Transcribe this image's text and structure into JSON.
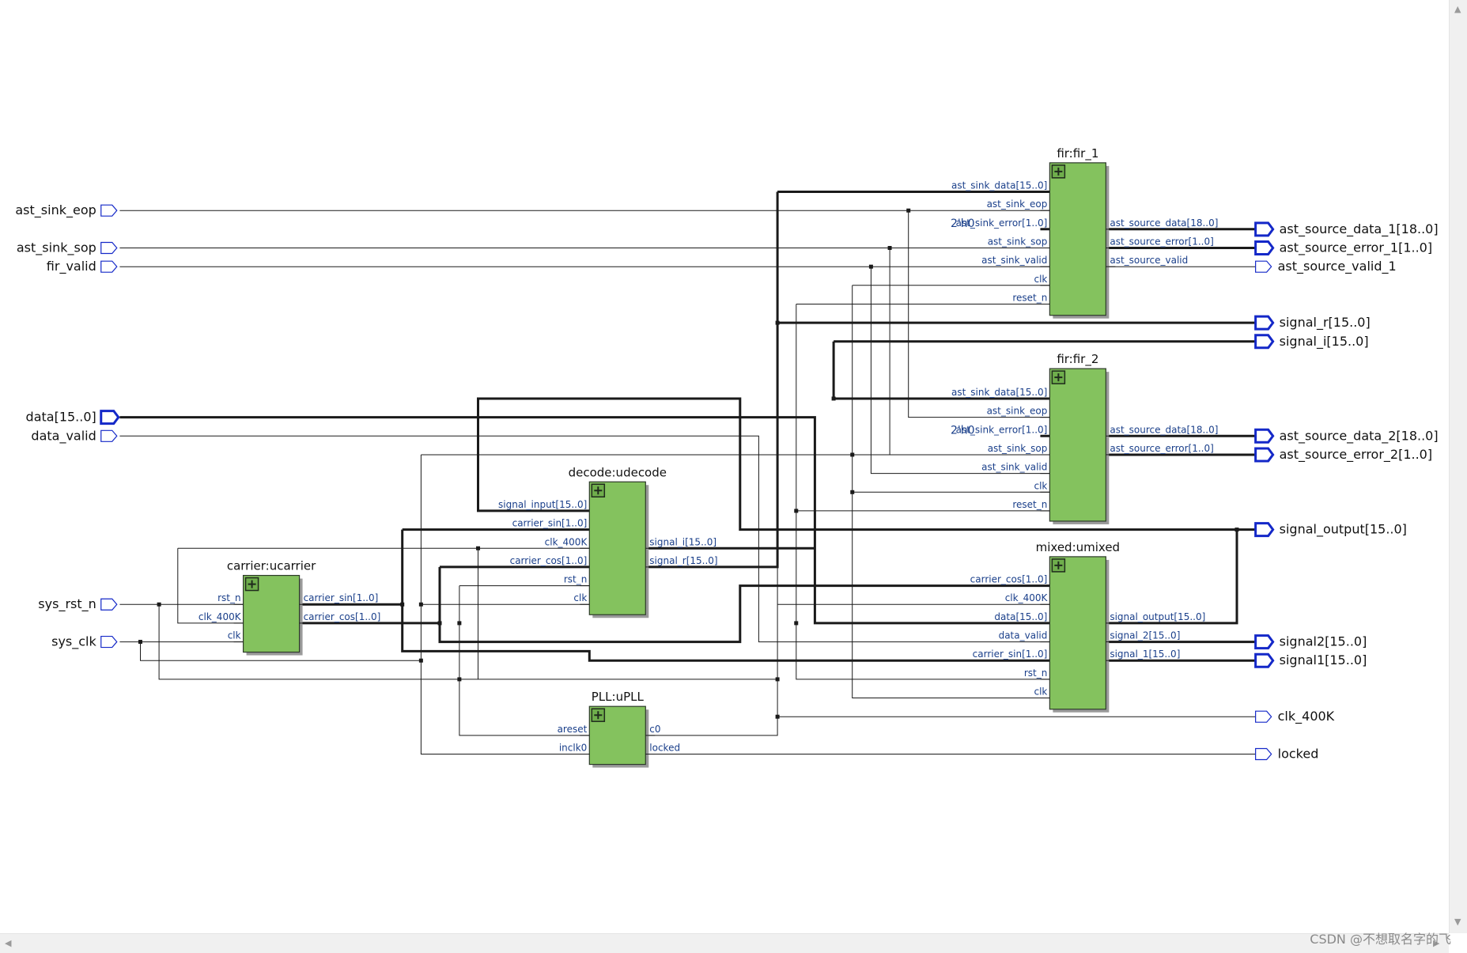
{
  "inputs": [
    {
      "id": "ast_sink_eop",
      "label": "ast_sink_eop",
      "bus": false
    },
    {
      "id": "ast_sink_sop",
      "label": "ast_sink_sop",
      "bus": false
    },
    {
      "id": "fir_valid",
      "label": "fir_valid",
      "bus": false
    },
    {
      "id": "data",
      "label": "data[15..0]",
      "bus": true
    },
    {
      "id": "data_valid",
      "label": "data_valid",
      "bus": false
    },
    {
      "id": "sys_rst_n",
      "label": "sys_rst_n",
      "bus": false
    },
    {
      "id": "sys_clk",
      "label": "sys_clk",
      "bus": false
    }
  ],
  "outputs": [
    {
      "id": "ast_source_data_1",
      "label": "ast_source_data_1[18..0]",
      "bus": true
    },
    {
      "id": "ast_source_error_1",
      "label": "ast_source_error_1[1..0]",
      "bus": true
    },
    {
      "id": "ast_source_valid_1",
      "label": "ast_source_valid_1",
      "bus": false
    },
    {
      "id": "signal_r",
      "label": "signal_r[15..0]",
      "bus": true
    },
    {
      "id": "signal_i",
      "label": "signal_i[15..0]",
      "bus": true
    },
    {
      "id": "ast_source_data_2",
      "label": "ast_source_data_2[18..0]",
      "bus": true
    },
    {
      "id": "ast_source_error_2",
      "label": "ast_source_error_2[1..0]",
      "bus": true
    },
    {
      "id": "signal_output",
      "label": "signal_output[15..0]",
      "bus": true
    },
    {
      "id": "signal2",
      "label": "signal2[15..0]",
      "bus": true
    },
    {
      "id": "signal1",
      "label": "signal1[15..0]",
      "bus": true
    },
    {
      "id": "clk_400K",
      "label": "clk_400K",
      "bus": false
    },
    {
      "id": "locked",
      "label": "locked",
      "bus": false
    }
  ],
  "blocks": [
    {
      "id": "fir1",
      "title": "fir:fir_1",
      "left_ports": [
        "ast_sink_data[15..0]",
        "ast_sink_eop",
        "ast_sink_error[1..0]",
        "ast_sink_sop",
        "ast_sink_valid",
        "clk",
        "reset_n"
      ],
      "right_ports": [
        "",
        "",
        "ast_source_data[18..0]",
        "ast_source_error[1..0]",
        "ast_source_valid",
        "",
        ""
      ],
      "constant": "2'h0"
    },
    {
      "id": "fir2",
      "title": "fir:fir_2",
      "left_ports": [
        "ast_sink_data[15..0]",
        "ast_sink_eop",
        "ast_sink_error[1..0]",
        "ast_sink_sop",
        "ast_sink_valid",
        "clk",
        "reset_n"
      ],
      "right_ports": [
        "",
        "",
        "ast_source_data[18..0]",
        "ast_source_error[1..0]",
        "",
        "",
        ""
      ],
      "constant": "2'h0"
    },
    {
      "id": "decode",
      "title": "decode:udecode",
      "left_ports": [
        "signal_input[15..0]",
        "carrier_sin[1..0]",
        "clk_400K",
        "carrier_cos[1..0]",
        "rst_n",
        "clk"
      ],
      "right_ports": [
        "",
        "",
        "signal_i[15..0]",
        "signal_r[15..0]",
        "",
        ""
      ]
    },
    {
      "id": "carrier",
      "title": "carrier:ucarrier",
      "left_ports": [
        "rst_n",
        "clk_400K",
        "clk"
      ],
      "right_ports": [
        "carrier_sin[1..0]",
        "carrier_cos[1..0]",
        ""
      ]
    },
    {
      "id": "mixed",
      "title": "mixed:umixed",
      "left_ports": [
        "carrier_cos[1..0]",
        "clk_400K",
        "data[15..0]",
        "data_valid",
        "carrier_sin[1..0]",
        "rst_n",
        "clk"
      ],
      "right_ports": [
        "",
        "",
        "signal_output[15..0]",
        "signal_2[15..0]",
        "signal_1[15..0]",
        "",
        ""
      ]
    },
    {
      "id": "pll",
      "title": "PLL:uPLL",
      "left_ports": [
        "areset",
        "inclk0"
      ],
      "right_ports": [
        "c0",
        "locked"
      ]
    }
  ],
  "watermark": "CSDN @不想取名字的飞",
  "colors": {
    "block_fill": "#84c25e",
    "block_border": "#2d3a2a",
    "port_text": "#1a3f8a",
    "pin_blue": "#1428c8",
    "wire": "#1a1a1a",
    "label": "#111111"
  }
}
